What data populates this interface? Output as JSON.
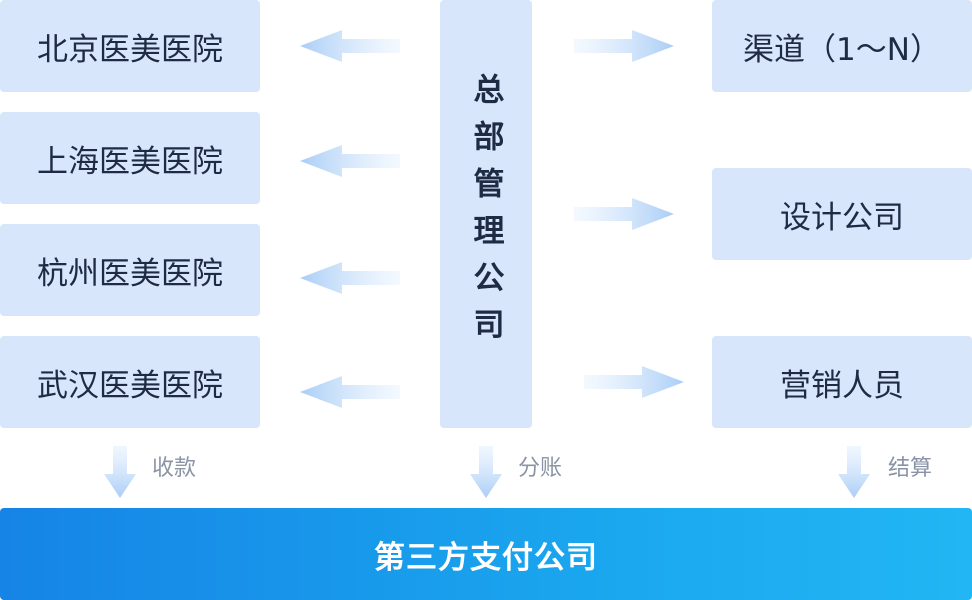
{
  "hospitals": [
    {
      "label": "北京医美医院"
    },
    {
      "label": "上海医美医院"
    },
    {
      "label": "杭州医美医院"
    },
    {
      "label": "武汉医美医院"
    }
  ],
  "headquarters": {
    "label": "总部管理公司"
  },
  "partners": [
    {
      "label": "渠道（1～N）"
    },
    {
      "label": "设计公司"
    },
    {
      "label": "营销人员"
    }
  ],
  "flows": {
    "collect": "收款",
    "split": "分账",
    "settle": "结算"
  },
  "payment_company": {
    "label": "第三方支付公司"
  },
  "colors": {
    "box_fill": "#d7e6fb",
    "arrow": "#a9cdf6",
    "bar_start": "#1684e6",
    "bar_end": "#22b6f4"
  }
}
